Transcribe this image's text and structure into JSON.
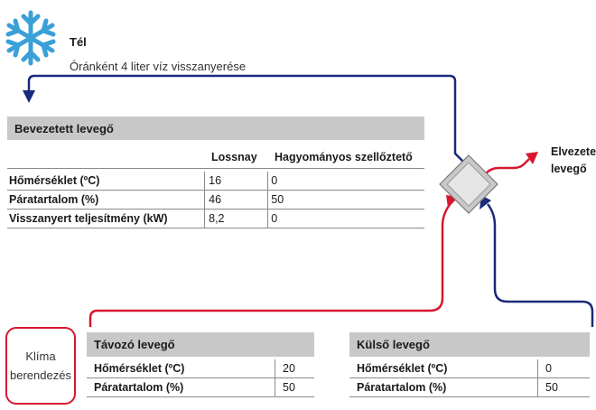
{
  "header": {
    "title": "Tél",
    "subtitle": "Óránként 4 liter víz visszanyerése"
  },
  "supply_table": {
    "title": "Bevezetett levegő",
    "columns": [
      "Lossnay",
      "Hagyományos szellőztető"
    ],
    "rows": [
      {
        "label": "Hőmérséklet (ºC)",
        "lossnay": "16",
        "conventional": "0"
      },
      {
        "label": "Páratartalom (%)",
        "lossnay": "46",
        "conventional": "50"
      },
      {
        "label": "Visszanyert teljesítmény (kW)",
        "lossnay": "8,2",
        "conventional": "0"
      }
    ]
  },
  "exhaust_label": {
    "line1": "Elvezetett",
    "line2": "levegő"
  },
  "climate_unit": {
    "line1": "Klíma",
    "line2": "berendezés"
  },
  "return_table": {
    "title": "Távozó levegő",
    "rows": [
      {
        "label": "Hőmérséklet (ºC)",
        "value": "20"
      },
      {
        "label": "Páratartalom (%)",
        "value": "50"
      }
    ]
  },
  "outside_table": {
    "title": "Külső levegő",
    "rows": [
      {
        "label": "Hőmérséklet (ºC)",
        "value": "0"
      },
      {
        "label": "Páratartalom (%)",
        "value": "50"
      }
    ]
  },
  "colors": {
    "cold_flow": "#1b2a7a",
    "warm_flow": "#d8162d",
    "snowflake": "#3aa0d8",
    "header_gray": "#c8c8c8"
  },
  "icons": {
    "season": "snowflake-icon",
    "exchanger": "heat-exchanger-icon"
  }
}
